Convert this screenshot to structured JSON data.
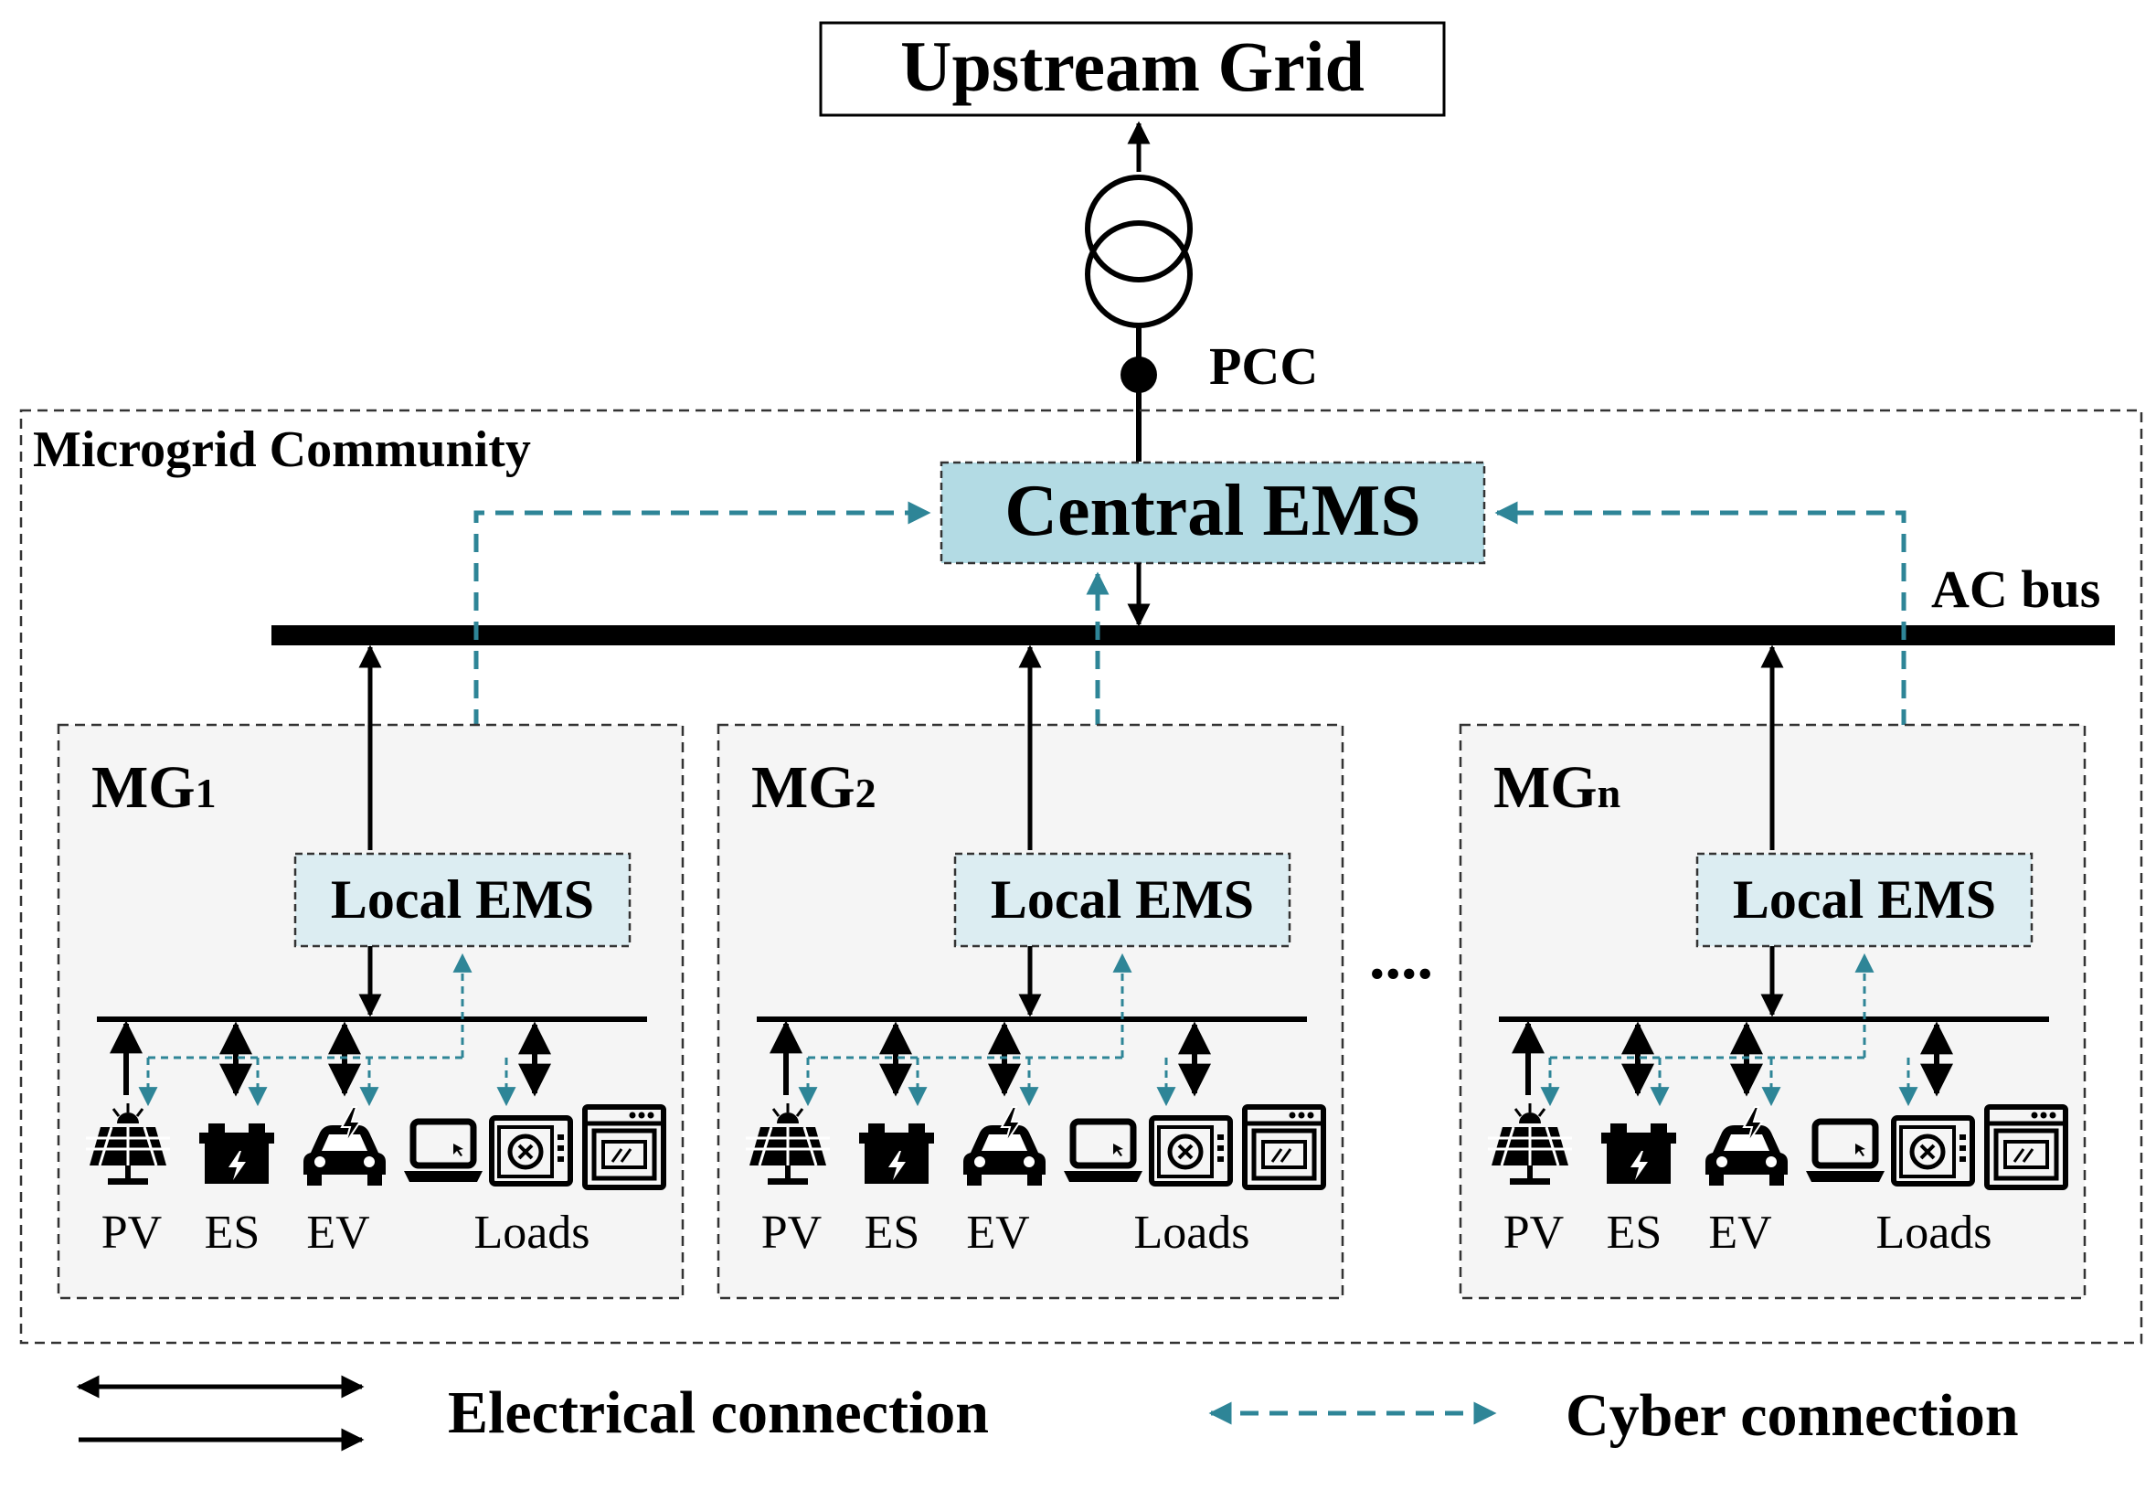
{
  "title": "Upstream Grid",
  "pcc_label": "PCC",
  "community_label": "Microgrid Community",
  "central_ems_label": "Central EMS",
  "ac_bus_label": "AC bus",
  "ellipsis": "....",
  "microgrids": [
    {
      "name_main": "MG",
      "name_sub": "1",
      "local_ems_label": "Local EMS",
      "devices": [
        {
          "label": "PV",
          "icon": "solar-panel-icon"
        },
        {
          "label": "ES",
          "icon": "battery-icon"
        },
        {
          "label": "EV",
          "icon": "electric-car-icon"
        },
        {
          "label": "Loads",
          "icons": [
            "laptop-icon",
            "washing-machine-icon",
            "oven-icon"
          ]
        }
      ]
    },
    {
      "name_main": "MG",
      "name_sub": "2",
      "local_ems_label": "Local EMS",
      "devices": [
        {
          "label": "PV",
          "icon": "solar-panel-icon"
        },
        {
          "label": "ES",
          "icon": "battery-icon"
        },
        {
          "label": "EV",
          "icon": "electric-car-icon"
        },
        {
          "label": "Loads",
          "icons": [
            "laptop-icon",
            "washing-machine-icon",
            "oven-icon"
          ]
        }
      ]
    },
    {
      "name_main": "MG",
      "name_sub": "n",
      "local_ems_label": "Local EMS",
      "devices": [
        {
          "label": "PV",
          "icon": "solar-panel-icon"
        },
        {
          "label": "ES",
          "icon": "battery-icon"
        },
        {
          "label": "EV",
          "icon": "electric-car-icon"
        },
        {
          "label": "Loads",
          "icons": [
            "laptop-icon",
            "washing-machine-icon",
            "oven-icon"
          ]
        }
      ]
    }
  ],
  "legend": {
    "electrical_label": "Electrical connection",
    "cyber_label": "Cyber connection"
  },
  "colors": {
    "cyber": "#2e8597",
    "ems_fill": "#b3dbe4",
    "local_ems_fill": "#dcedf2",
    "mg_fill": "#f5f5f5",
    "line": "#000000"
  }
}
